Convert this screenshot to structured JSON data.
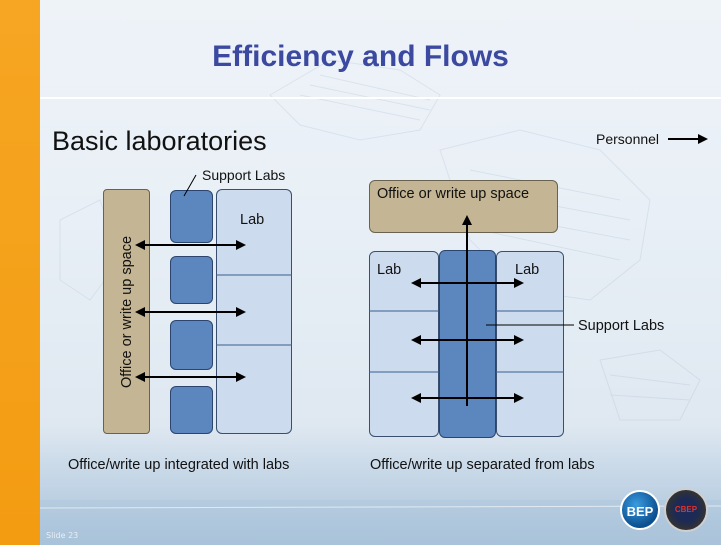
{
  "slide": {
    "title": "Efficiency and Flows",
    "subtitle": "Basic laboratories",
    "legend": "Personnel",
    "slide_number": "Slide 23"
  },
  "left_diagram": {
    "office_label": "Office or write up space",
    "support_label": "Support Labs",
    "lab_label": "Lab",
    "caption": "Office/write up integrated with labs"
  },
  "right_diagram": {
    "office_label": "Office or write up space",
    "lab_left_label": "Lab",
    "lab_right_label": "Lab",
    "support_label": "Support Labs",
    "caption": "Office/write up separated from labs"
  },
  "logos": {
    "bep": "BEP",
    "cbep": "CBEP"
  },
  "colors": {
    "accent": "#f39c12",
    "title": "#3b4aa0",
    "office": "#c4b594",
    "support_lab": "#5b87be",
    "lab": "#ccdbee"
  }
}
